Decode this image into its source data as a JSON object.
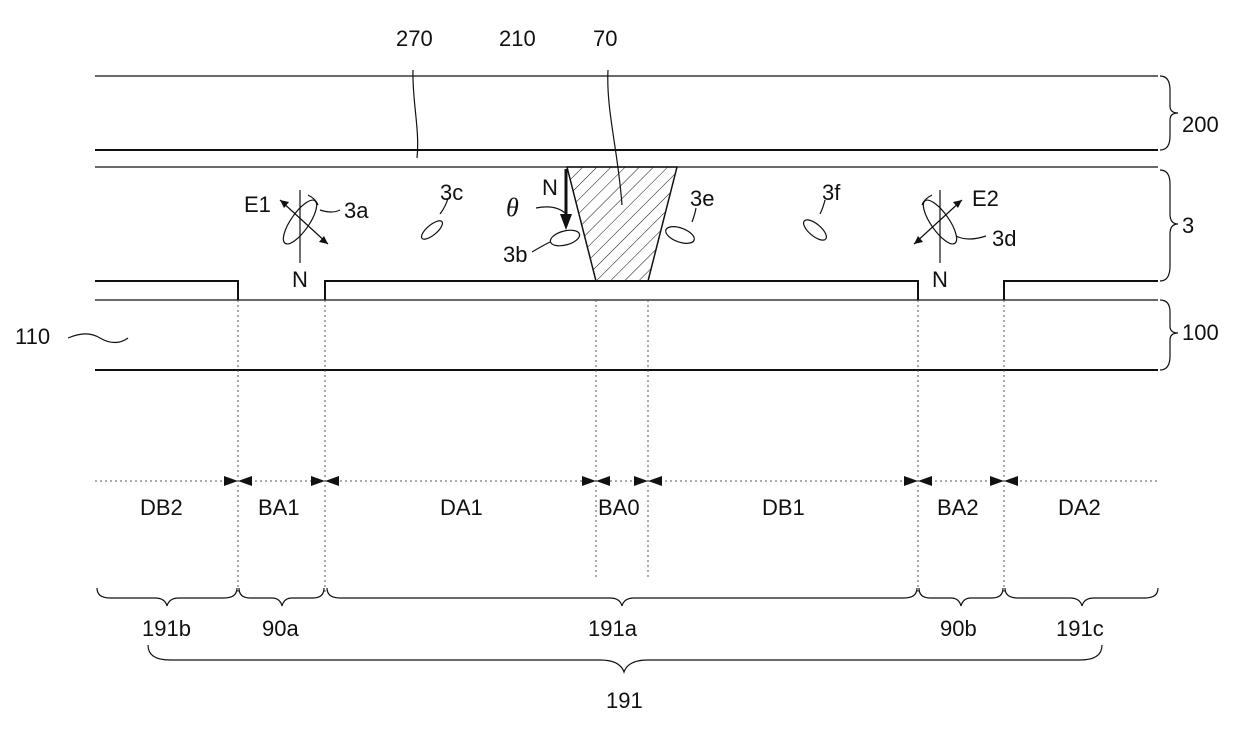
{
  "labels": {
    "l270": "270",
    "l210": "210",
    "l70": "70",
    "l200": "200",
    "l3": "3",
    "l100": "100",
    "l110": "110",
    "e1": "E1",
    "e2": "E2",
    "m3a": "3a",
    "m3b": "3b",
    "m3c": "3c",
    "m3d": "3d",
    "m3e": "3e",
    "m3f": "3f",
    "n1": "N",
    "n2": "N",
    "n3": "N",
    "theta": "θ"
  },
  "regions": {
    "db2": "DB2",
    "ba1": "BA1",
    "da1": "DA1",
    "ba0": "BA0",
    "db1": "DB1",
    "ba2": "BA2",
    "da2": "DA2"
  },
  "electrodes": {
    "e191b": "191b",
    "e90a": "90a",
    "e191a": "191a",
    "e90b": "90b",
    "e191c": "191c",
    "e191": "191"
  }
}
